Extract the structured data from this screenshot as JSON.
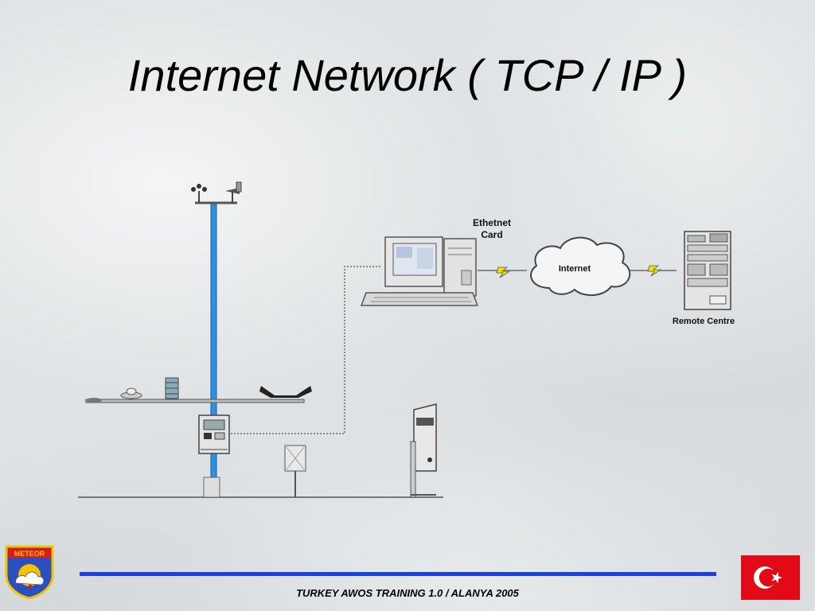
{
  "title": "Internet Network ( TCP / IP )",
  "labels": {
    "ethernet_card": "Ethetnet Card",
    "internet": "Internet",
    "remote_centre": "Remote Centre"
  },
  "footer": "TURKEY AWOS TRAINING 1.0 / ALANYA 2005",
  "logo": {
    "text": "METEOR"
  },
  "colors": {
    "accent_line": "#1740e6",
    "mast": "#2f8fe0",
    "flag": "#e30a17",
    "bolt": "#f2e200"
  },
  "icons": [
    "anemometer-icon",
    "computer-icon",
    "lightning-icon",
    "cloud-icon",
    "server-rack-icon",
    "turkish-flag-icon",
    "meteor-logo-icon"
  ]
}
